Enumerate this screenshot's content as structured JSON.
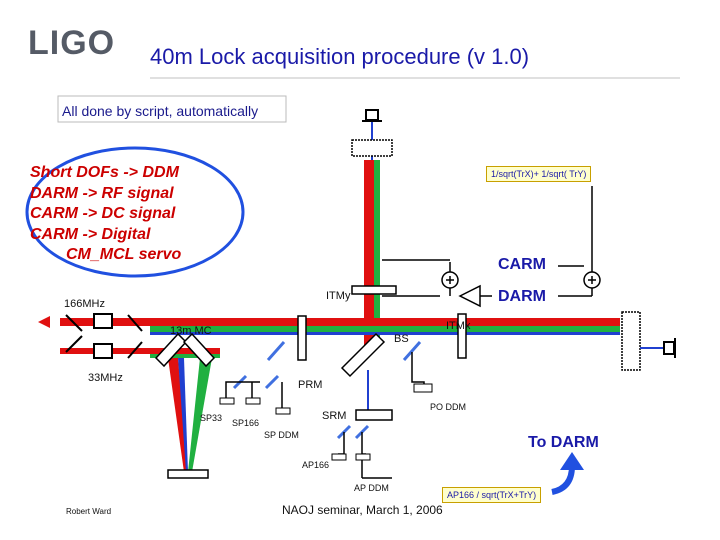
{
  "logo": "LIGO",
  "title": "40m Lock acquisition procedure (v 1.0)",
  "subtitle": "All done by script, automatically",
  "ellipse_lines": [
    "Short DOFs -> DDM",
    "DARM -> RF signal",
    "CARM -> DC signal",
    "CARM -> Digital",
    "CM_MCL servo"
  ],
  "labels": {
    "f166": "166MHz",
    "f33": "33MHz",
    "mc": "13m MC",
    "bs": "BS",
    "itmy": "ITMy",
    "itmx": "ITMx",
    "prm": "PRM",
    "srm": "SRM",
    "po_ddm": "PO DDM",
    "sp33": "SP33",
    "sp166": "SP166",
    "sp_ddm": "SP DDM",
    "ap166": "AP166",
    "ap_ddm": "AP DDM",
    "carm": "CARM",
    "darm": "DARM",
    "to_darm": "To DARM"
  },
  "boxes": {
    "sqrt_sum": "1/sqrt(TrX)+ 1/sqrt( TrY)",
    "ap166_ratio": "AP166 / sqrt(TrX+TrY)"
  },
  "footer": {
    "author": "Robert Ward",
    "seminar": "NAOJ seminar, March 1, 2006"
  },
  "colors": {
    "title": "#1a1aa8",
    "beam_red": "#e01010",
    "beam_green": "#20b040",
    "beam_blue": "#2040d0",
    "ellipse_border": "#2050e0",
    "ellipse_text": "#cc0000"
  }
}
